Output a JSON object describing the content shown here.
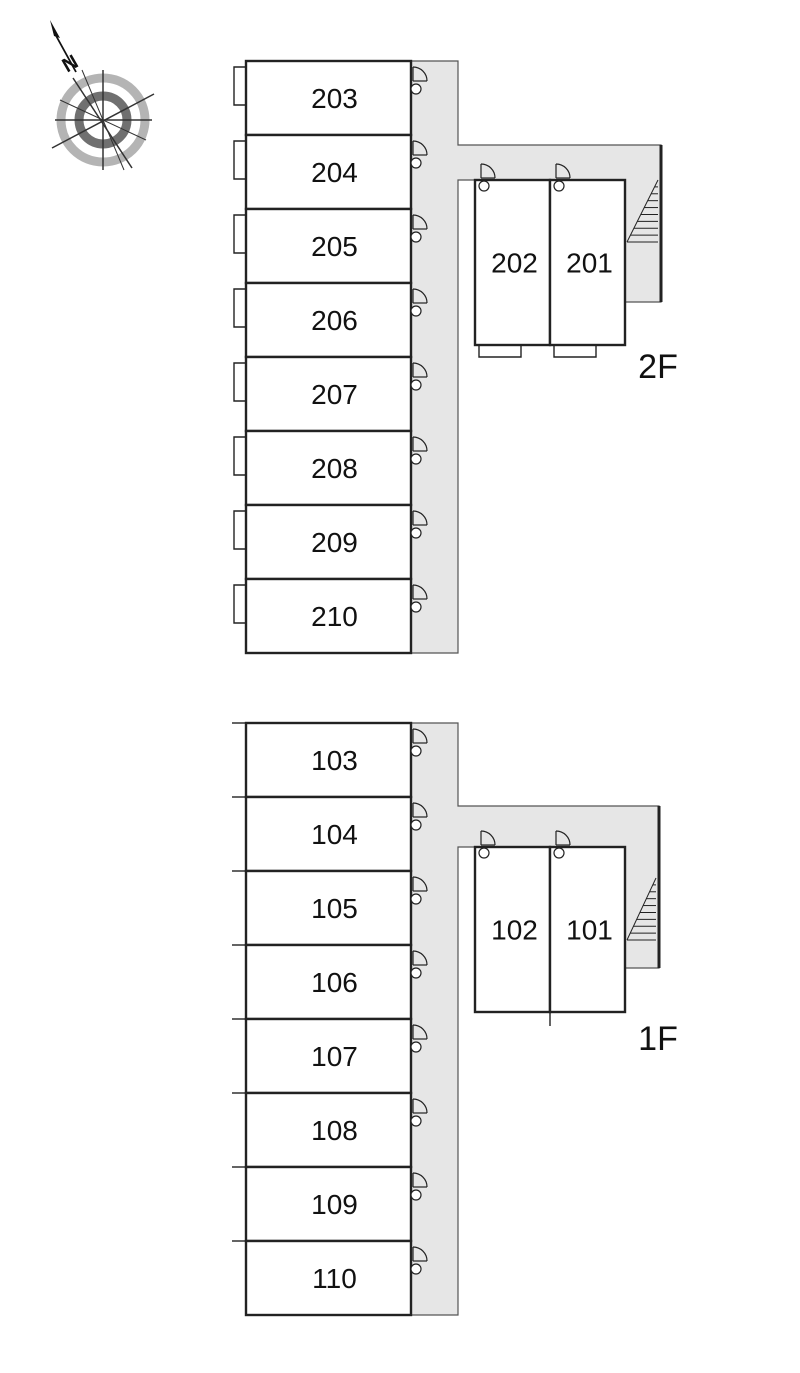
{
  "compass": {
    "north_label": "N",
    "icon": "compass-icon"
  },
  "floors": [
    {
      "id": "2F",
      "label": "2F",
      "rooms_main": [
        "203",
        "204",
        "205",
        "206",
        "207",
        "208",
        "209",
        "210"
      ],
      "rooms_side": [
        "202",
        "201"
      ]
    },
    {
      "id": "1F",
      "label": "1F",
      "rooms_main": [
        "103",
        "104",
        "105",
        "106",
        "107",
        "108",
        "109",
        "110"
      ],
      "rooms_side": [
        "102",
        "101"
      ]
    }
  ],
  "colors": {
    "corridor": "#e6e6e6",
    "wall": "#222222",
    "compass_ring": "#b4b4b4",
    "compass_ring_dark": "#707070"
  }
}
